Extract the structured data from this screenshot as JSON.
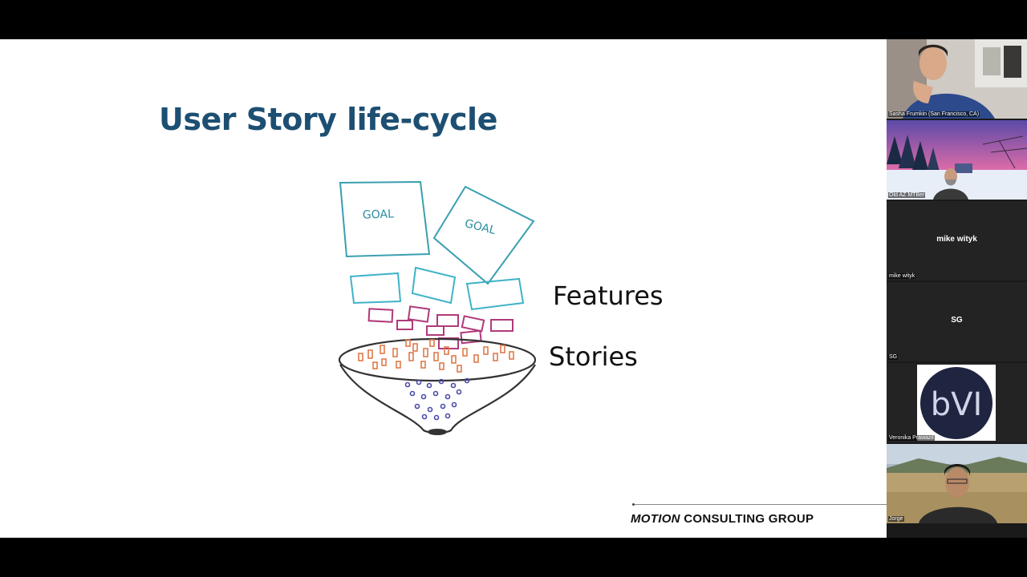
{
  "slide": {
    "title": "User Story life-cycle",
    "goal_label_1": "GOAL",
    "goal_label_2": "GOAL",
    "label_features": "Features",
    "label_stories": "Stories",
    "brand_em": "MOTION",
    "brand_rest": " CONSULTING GROUP"
  },
  "participants": [
    {
      "name": "Sasha Frumkin (San Francisco, CA)",
      "type": "video"
    },
    {
      "name": "Old AZ MTBer",
      "type": "video"
    },
    {
      "name": "mike wityk",
      "display": "mike wityk",
      "type": "name"
    },
    {
      "name": "SG",
      "display": "SG",
      "type": "name"
    },
    {
      "name": "Veronika Prawazil",
      "logo": "bVI",
      "type": "logo"
    },
    {
      "name": "Jorge",
      "type": "video"
    }
  ],
  "colors": {
    "title": "#1d4f72",
    "goal": "#3a9fb0",
    "feature": "#3fb3c8",
    "story_mid": "#b03a7a",
    "story_small": "#e07a4a",
    "dots": "#4a4aa8",
    "funnel": "#333333"
  }
}
